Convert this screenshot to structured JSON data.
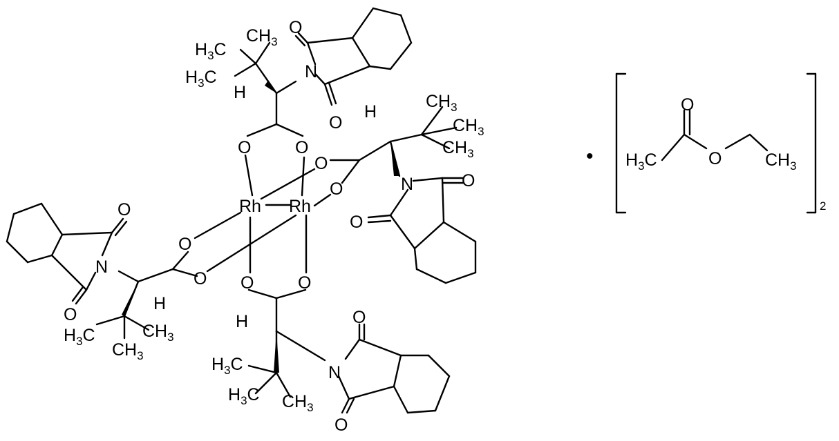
{
  "diagram": {
    "type": "chemical-structure",
    "metal_labels": [
      "Rh",
      "Rh"
    ],
    "oxygen_label": "O",
    "nitrogen_label": "N",
    "hydrogen_label": "H",
    "methyl": {
      "left_main": "H",
      "left_sub": "3",
      "left_tail": "C",
      "right_main": "CH",
      "right_sub": "3"
    },
    "solvate_dot": "•",
    "solvate_bracket_multiplier": "2"
  },
  "colors": {
    "ink": "#000000",
    "background": "#ffffff"
  }
}
